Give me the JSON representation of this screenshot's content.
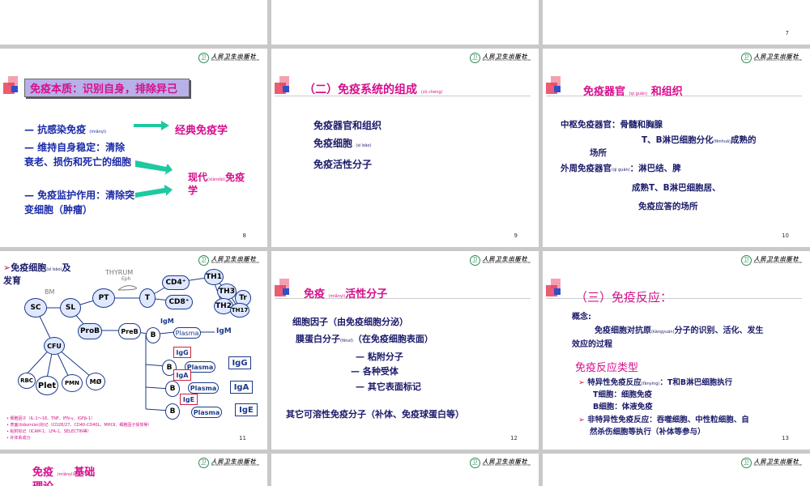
{
  "logo": {
    "cn": "人民卫生出版社",
    "en": "PEOPLE'S MEDICAL PUBLISHING HOUSE",
    "mark": "卫"
  },
  "slides_top": [
    {
      "pnum": ""
    },
    {
      "pnum": ""
    },
    {
      "pnum": "7"
    }
  ],
  "s8": {
    "title": "免疫本质：识别自身，排除异己",
    "l1": "—  抗感染免疫",
    "l1p": "(miǎnyì)",
    "l2": "—  维持自身稳定：清除",
    "l3": "衰老、损伤和死亡的细胞",
    "l4": "—  免疫监护作用：清除突",
    "l5": "变细胞（肿瘤）",
    "r1": "经典免疫学",
    "r2": "现代",
    "r2p": "(xiàndài)",
    "r2b": "免疫",
    "r3": "学",
    "pnum": "8"
  },
  "s9": {
    "title": "（二）免疫系统的组成",
    "tp": "(zǔ chéng)",
    "i1": "免疫器官和组织",
    "i2": "免疫细胞",
    "i2p": "(xì bāo)",
    "i3": "免疫活性分子",
    "pnum": "9"
  },
  "s10": {
    "title": "免疫器官",
    "tp": "(qì guān)",
    "title2": "和组织",
    "l1": "中枢免疫器官：骨髓和胸腺",
    "l2": "T、B淋巴细胞分化",
    "l2p": "(fēnhuà)",
    "l2b": "成熟的",
    "l3": "场所",
    "l4": "外周免疫器官",
    "l4p": "(qì guān)",
    "l4b": "：淋巴结、脾",
    "l5": "成熟T、B淋巴细胞居、",
    "l6": "免疫应答的场所",
    "pnum": "10"
  },
  "s11": {
    "title": "免疫细胞",
    "tp": "(xì bāo)",
    "title2": "及",
    "title3": "发育",
    "thyrum": "THYRUM",
    "eph": "Eph",
    "bm": "BM",
    "nodes": [
      "SC",
      "SL",
      "PT",
      "T",
      "CD4⁺",
      "CD8⁺",
      "TH1",
      "TH3",
      "TH2",
      "Tr",
      "TH17",
      "CFU",
      "ProB",
      "PreB",
      "B",
      "B",
      "B",
      "B",
      "RBC",
      "Plet",
      "PMN",
      "MØ"
    ],
    "boxes": [
      "IgM",
      "Plasma",
      "IgM",
      "IgG",
      "Plasma",
      "IgG",
      "IgA",
      "Plasma",
      "IgA",
      "IgE",
      "Plasma",
      "IgE"
    ],
    "notes": [
      "细胞因子（IL-1～18、TNF、IFN-γ、IGFβ-1）",
      "表面(biǎomiàn)标记（CD28/27、CD40-CD40L、MHCⅡ、细胞因子受体等）",
      "粘附标记（ICAM-1、LFA-1、SELECTIN等）",
      "补体系成分"
    ],
    "pnum": "11"
  },
  "s12": {
    "title": "免疫",
    "tp": "(miǎnyì)",
    "title2": "活性分子",
    "l1": "细胞因子（由免疫细胞分泌）",
    "l2": "膜蛋白分子",
    "l2p": "(fēnzǐ)",
    "l2b": "（在免疫细胞表面）",
    "l3": "—  粘附分子",
    "l4": "—  各种受体",
    "l5": "—  其它表面标记",
    "l6": "其它可溶性免疫分子（补体、免疫球蛋白等）",
    "pnum": "12"
  },
  "s13": {
    "title": "（三）免疫反应：",
    "l1": "概念:",
    "l2": "免疫细胞对抗原",
    "l2p": "(kàngyuán)",
    "l2b": "分子的识别、活化、发生",
    "l3": "效应的过程",
    "h2": "免疫反应类型",
    "b1": "特异性免疫反应",
    "b1p": "(fǎnyìng)",
    "b1b": "：T和B淋巴细胞执行",
    "b2": "T细胞：细胞免疫",
    "b3": "B细胞：体液免疫",
    "b4": "非特异性免疫反应：吞噬细胞、中性粒细胞、自",
    "b5": "然杀伤细胞等执行（补体等参与）",
    "pnum": "13"
  },
  "s14": {
    "title": "免疫",
    "tp": "(miǎnyì)",
    "title2": "基础",
    "title3": "理论"
  }
}
